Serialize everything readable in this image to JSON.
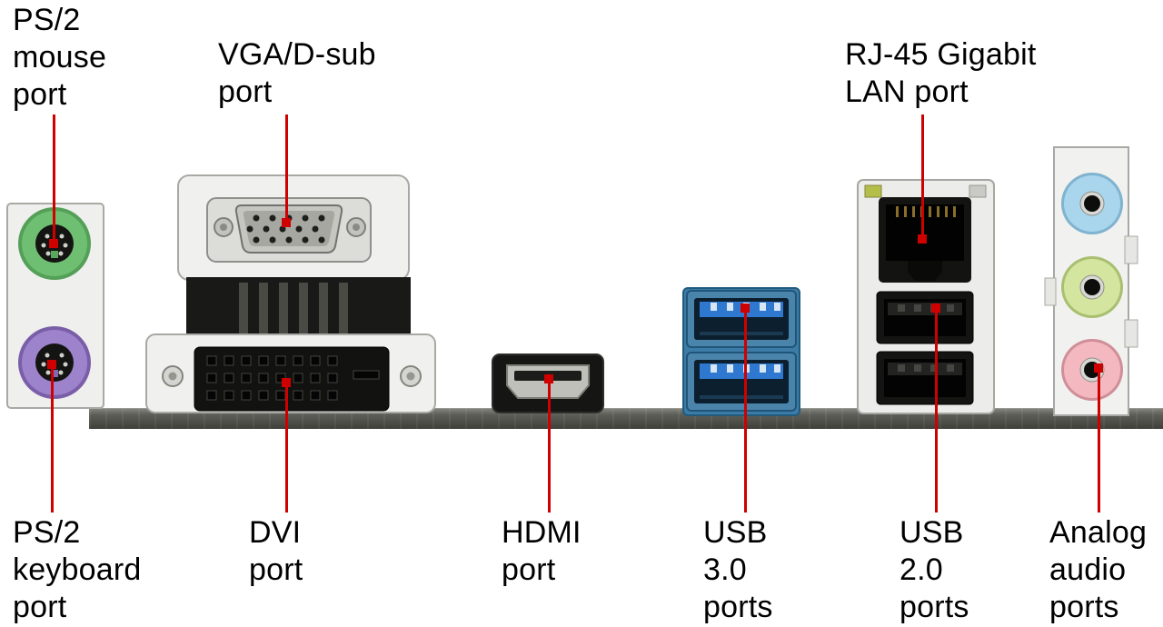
{
  "diagram": {
    "labels": {
      "ps2_mouse": [
        "PS/2",
        "mouse",
        "port"
      ],
      "vga": [
        "VGA/D-sub",
        "port"
      ],
      "rj45": [
        "RJ-45 Gigabit",
        "LAN port"
      ],
      "ps2_keyboard": [
        "PS/2",
        "keyboard",
        "port"
      ],
      "dvi": [
        "DVI",
        "port"
      ],
      "hdmi": [
        "HDMI",
        "port"
      ],
      "usb3": [
        "USB",
        "3.0",
        "ports"
      ],
      "usb2": [
        "USB",
        "2.0",
        "ports"
      ],
      "audio": [
        "Analog",
        "audio",
        "ports"
      ]
    },
    "colors": {
      "leader_line": "#cf0000",
      "label_text": "#000000",
      "ps2_mouse_green": "#6fbf72",
      "ps2_keyboard_purple": "#9d82cc",
      "usb3_blue": "#2e78d0",
      "usb3_housing": "#3c7ba6",
      "audio_line_in_blue": "#a9d6ec",
      "audio_line_out_green": "#d3e59e",
      "audio_mic_pink": "#f4b9c0"
    }
  }
}
